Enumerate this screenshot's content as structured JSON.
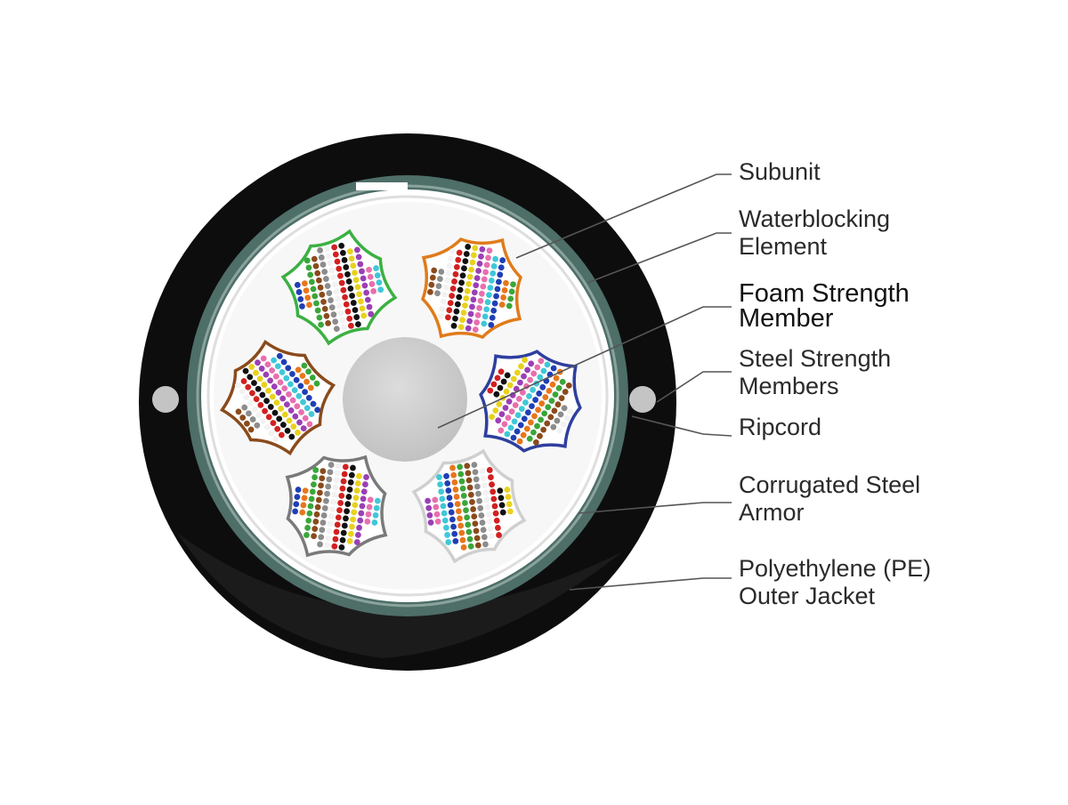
{
  "diagram": {
    "labels": {
      "subunit": [
        "Subunit"
      ],
      "waterblocking": [
        "Waterblocking",
        "Element"
      ],
      "foam": [
        "Foam Strength",
        "Member"
      ],
      "steel": [
        "Steel Strength",
        "Members"
      ],
      "ripcord": [
        "Ripcord"
      ],
      "armor": [
        "Corrugated Steel",
        "Armor"
      ],
      "jacket": [
        "Polyethylene (PE)",
        "Outer Jacket"
      ]
    },
    "subunits": [
      {
        "id": "green",
        "color": "#3cb043"
      },
      {
        "id": "orange",
        "color": "#e07b1a"
      },
      {
        "id": "blue",
        "color": "#2e3f9e"
      },
      {
        "id": "white",
        "color": "#cfcfcf"
      },
      {
        "id": "slate",
        "color": "#7a7a7a"
      },
      {
        "id": "brown",
        "color": "#8a4b1c"
      }
    ],
    "fiber_colors": [
      "#1f3fb5",
      "#e8761c",
      "#3aa63a",
      "#8a4b1c",
      "#8c8c8c",
      "#f2f2f2",
      "#d22020",
      "#111111",
      "#e8d21c",
      "#9b3fb5",
      "#e86fae",
      "#3fc8d8"
    ],
    "colors": {
      "jacket": "#0d0d0d",
      "armor": "#4e6e68",
      "armor_edge": "#8aa39c",
      "core": "#f7f7f7",
      "foam": "#cfcfcf",
      "steel": "#c4c4c4",
      "leader": "#555555"
    }
  }
}
